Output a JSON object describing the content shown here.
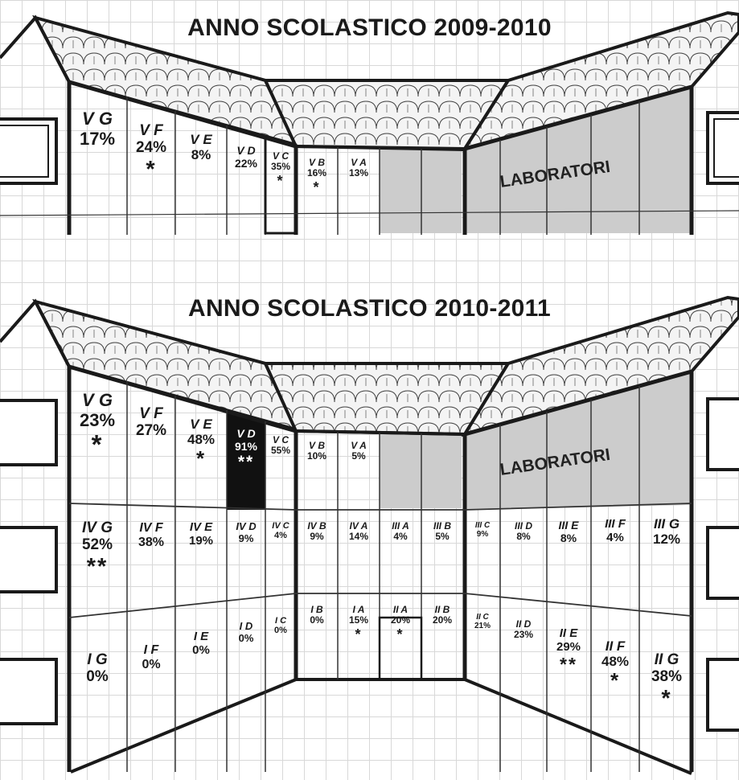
{
  "buildings": [
    {
      "year": "ANNO SCOLASTICO 2009-2010",
      "lab_label": "LABORATORI",
      "classes": [
        {
          "name": "V G",
          "percent": "17%",
          "stars": ""
        },
        {
          "name": "V F",
          "percent": "24%",
          "stars": "*"
        },
        {
          "name": "V E",
          "percent": "8%",
          "stars": ""
        },
        {
          "name": "V D",
          "percent": "22%",
          "stars": ""
        },
        {
          "name": "V C",
          "percent": "35%",
          "stars": "*"
        },
        {
          "name": "V B",
          "percent": "16%",
          "stars": "*"
        },
        {
          "name": "V A",
          "percent": "13%",
          "stars": ""
        }
      ]
    },
    {
      "year": "ANNO SCOLASTICO 2010-2011",
      "lab_label": "LABORATORI",
      "classes": [
        {
          "name": "V G",
          "percent": "23%",
          "stars": "*"
        },
        {
          "name": "V F",
          "percent": "27%",
          "stars": ""
        },
        {
          "name": "V E",
          "percent": "48%",
          "stars": "*"
        },
        {
          "name": "V D",
          "percent": "91%",
          "stars": "**",
          "highlight": true
        },
        {
          "name": "V C",
          "percent": "55%",
          "stars": ""
        },
        {
          "name": "V B",
          "percent": "10%",
          "stars": ""
        },
        {
          "name": "V A",
          "percent": "5%",
          "stars": ""
        },
        {
          "name": "IV G",
          "percent": "52%",
          "stars": "**"
        },
        {
          "name": "IV F",
          "percent": "38%",
          "stars": ""
        },
        {
          "name": "IV E",
          "percent": "19%",
          "stars": ""
        },
        {
          "name": "IV D",
          "percent": "9%",
          "stars": ""
        },
        {
          "name": "IV C",
          "percent": "4%",
          "stars": ""
        },
        {
          "name": "IV B",
          "percent": "9%",
          "stars": ""
        },
        {
          "name": "IV A",
          "percent": "14%",
          "stars": ""
        },
        {
          "name": "III A",
          "percent": "4%",
          "stars": ""
        },
        {
          "name": "III B",
          "percent": "5%",
          "stars": ""
        },
        {
          "name": "III C",
          "percent": "9%",
          "stars": ""
        },
        {
          "name": "III D",
          "percent": "8%",
          "stars": ""
        },
        {
          "name": "III E",
          "percent": "8%",
          "stars": ""
        },
        {
          "name": "III F",
          "percent": "4%",
          "stars": ""
        },
        {
          "name": "III G",
          "percent": "12%",
          "stars": ""
        },
        {
          "name": "I G",
          "percent": "0%",
          "stars": ""
        },
        {
          "name": "I F",
          "percent": "0%",
          "stars": ""
        },
        {
          "name": "I E",
          "percent": "0%",
          "stars": ""
        },
        {
          "name": "I D",
          "percent": "0%",
          "stars": ""
        },
        {
          "name": "I C",
          "percent": "0%",
          "stars": ""
        },
        {
          "name": "I B",
          "percent": "0%",
          "stars": ""
        },
        {
          "name": "I A",
          "percent": "15%",
          "stars": "*"
        },
        {
          "name": "II A",
          "percent": "20%",
          "stars": "*"
        },
        {
          "name": "II B",
          "percent": "20%",
          "stars": ""
        },
        {
          "name": "II C",
          "percent": "21%",
          "stars": ""
        },
        {
          "name": "II D",
          "percent": "23%",
          "stars": ""
        },
        {
          "name": "II E",
          "percent": "29%",
          "stars": "**"
        },
        {
          "name": "II F",
          "percent": "48%",
          "stars": "*"
        },
        {
          "name": "II G",
          "percent": "38%",
          "stars": "*"
        }
      ]
    }
  ],
  "colors": {
    "line": "#1a1a1a",
    "roof": "#f2f2f2",
    "lab_fill": "#cccccc",
    "highlight_fill": "#111111",
    "grid": "#d8d8d8"
  }
}
